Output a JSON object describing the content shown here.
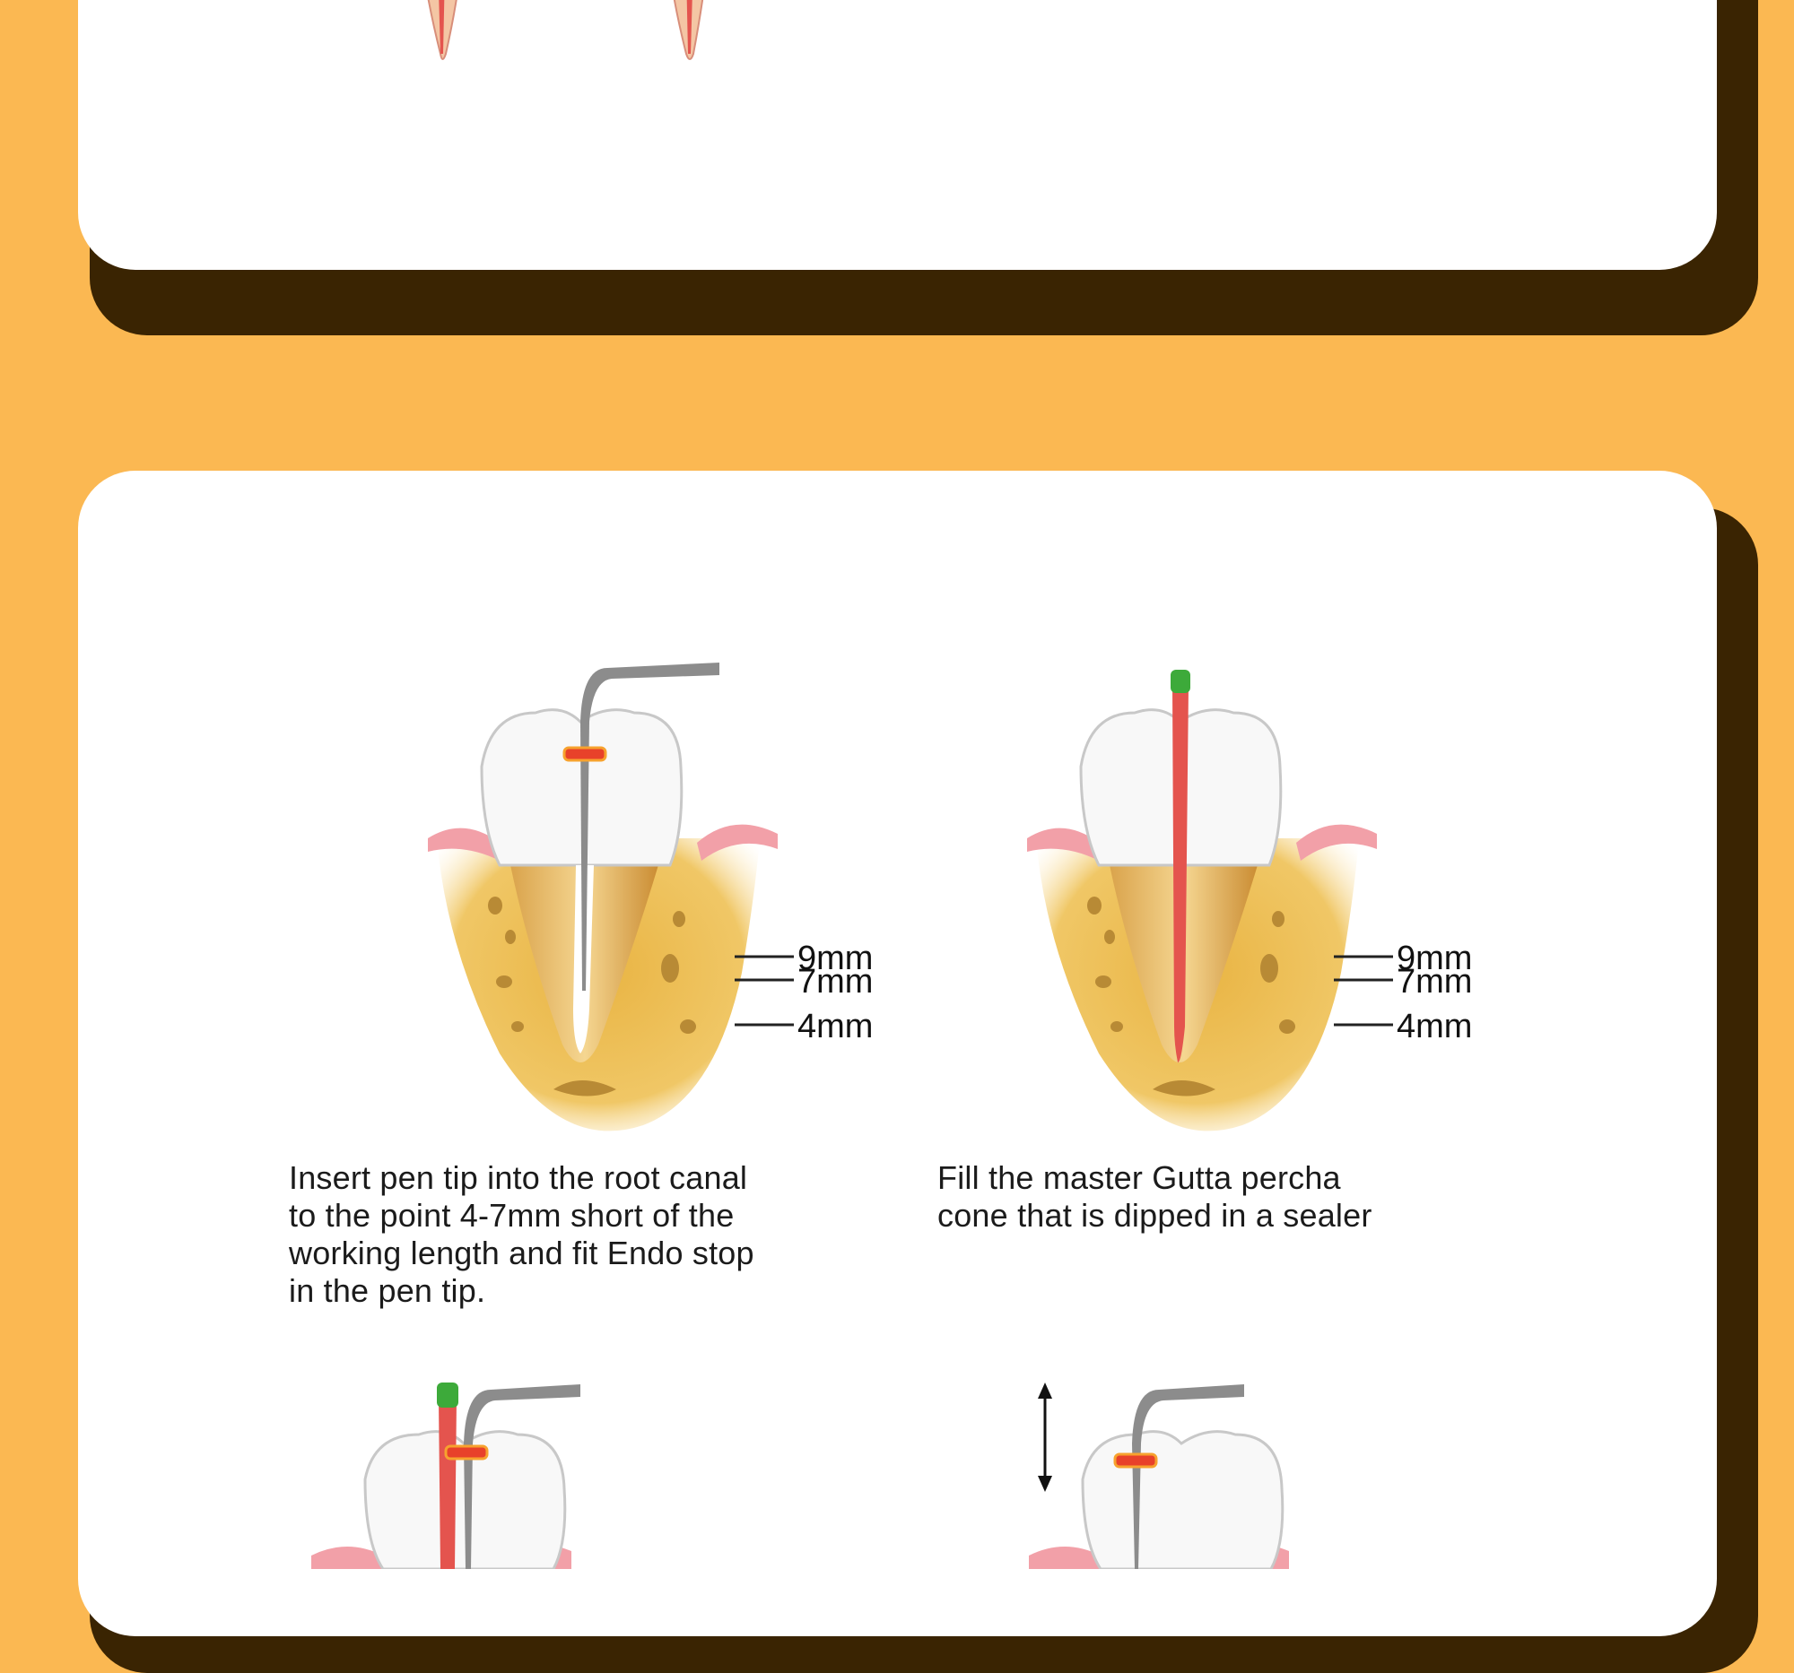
{
  "steps": [
    {
      "caption_lines": [
        "Insert pen tip into the root canal",
        "to the point 4-7mm short of the",
        "working length and fit Endo stop",
        "in the pen tip."
      ],
      "markers": [
        "9mm",
        "7mm",
        "4mm"
      ]
    },
    {
      "caption_lines": [
        "Fill the master Gutta percha",
        "cone that is dipped in a sealer"
      ],
      "markers": [
        "9mm",
        "7mm",
        "4mm"
      ]
    }
  ],
  "colors": {
    "background": "#FBB852",
    "card_shadow": "#3A2402",
    "bone": "#E8B84A",
    "gum": "#F2A0A8",
    "gutta_percha": "#E4544E",
    "gutta_tip": "#3DAA3A",
    "endo_stop": "#E8412A",
    "plugger": "#8C8C8C"
  }
}
